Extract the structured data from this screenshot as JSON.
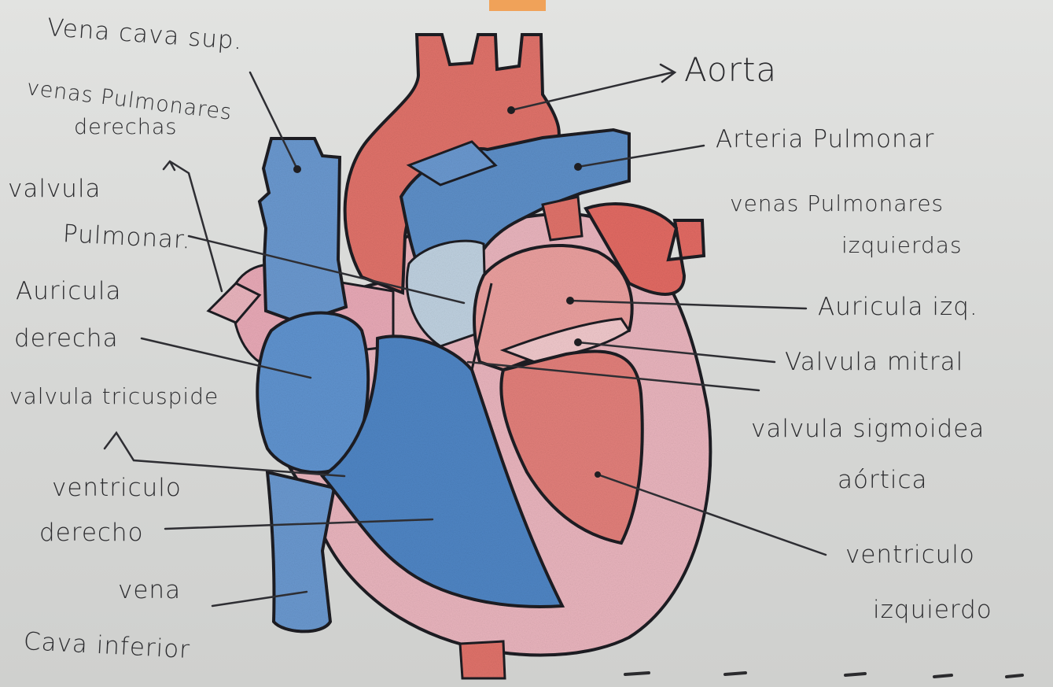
{
  "diagram": {
    "labels": {
      "vena_cava_sup": "Vena cava sup.",
      "venas_pulmonares_derechas_1": "venas Pulmonares",
      "venas_pulmonares_derechas_2": "derechas",
      "valvula_pulmonar_1": "valvula",
      "valvula_pulmonar_2": "Pulmonar.",
      "auricula_derecha_1": "Auricula",
      "auricula_derecha_2": "derecha",
      "valvula_tricuspide": "valvula tricuspide",
      "ventriculo_derecho_1": "ventriculo",
      "ventriculo_derecho_2": "derecho",
      "vena_cava_inferior_1": "vena",
      "vena_cava_inferior_2": "Cava inferior",
      "aorta": "Aorta",
      "arteria_pulmonar": "Arteria Pulmonar",
      "venas_pulmonares_izquierdas_1": "venas Pulmonares",
      "venas_pulmonares_izquierdas_2": "izquierdas",
      "auricula_izquierda": "Auricula izq.",
      "valvula_mitral": "Valvula mitral",
      "valvula_sigmoidea_aortica_1": "valvula sigmoidea",
      "valvula_sigmoidea_aortica_2": "aórtica",
      "ventriculo_izquierdo_1": "ventriculo",
      "ventriculo_izquierdo_2": "izquierdo"
    },
    "colors": {
      "paper": "#dcdddb",
      "oxygenated_red": "#e0726a",
      "deoxygenated_blue": "#5d8fc8",
      "myocardium_pink": "#e9b4bd",
      "outline": "#1e1e22",
      "ink": "#2b2b2e"
    }
  }
}
